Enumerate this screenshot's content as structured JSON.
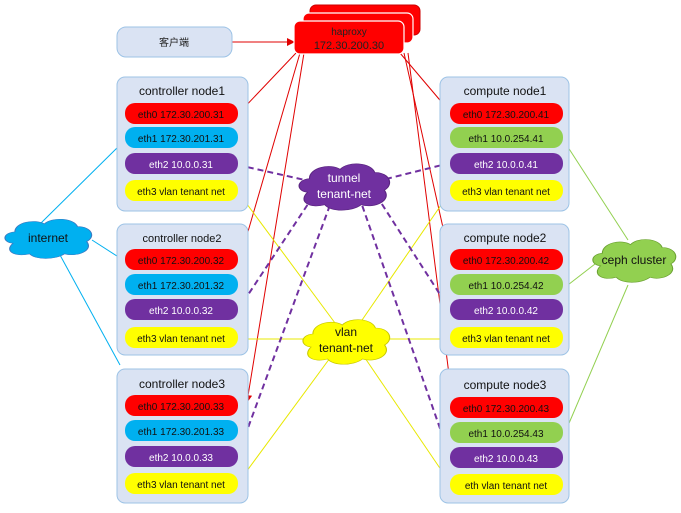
{
  "client": {
    "label": "客户端"
  },
  "haproxy": {
    "name": "haproxy",
    "ip": "172.30.200.30"
  },
  "clouds": {
    "internet": "internet",
    "tunnel": [
      "tunnel",
      "tenant-net"
    ],
    "vlan": [
      "vlan",
      "tenant-net"
    ],
    "ceph": "ceph cluster"
  },
  "controllers": [
    {
      "title": "controller node1",
      "eth": [
        "eth0 172.30.200.31",
        "eth1 172.30.201.31",
        "eth2 10.0.0.31",
        "eth3 vlan tenant net"
      ]
    },
    {
      "title": "controller node2",
      "eth": [
        "eth0 172.30.200.32",
        "eth1 172.30.201.32",
        "eth2 10.0.0.32",
        "eth3  vlan tenant net"
      ]
    },
    {
      "title": "controller node3",
      "eth": [
        "eth0 172.30.200.33",
        "eth1 172.30.201.33",
        "eth2 10.0.0.33",
        "eth3 vlan tenant net"
      ]
    }
  ],
  "computes": [
    {
      "title": "compute node1",
      "eth": [
        "eth0 172.30.200.41",
        "eth1 10.0.254.41",
        "eth2 10.0.0.41",
        "eth3 vlan tenant net"
      ]
    },
    {
      "title": "compute node2",
      "eth": [
        "eth0 172.30.200.42",
        "eth1 10.0.254.42",
        "eth2 10.0.0.42",
        "eth3 vlan tenant net"
      ]
    },
    {
      "title": "compute node3",
      "eth": [
        "eth0 172.30.200.43",
        "eth1 10.0.254.43",
        "eth2 10.0.0.43",
        "eth  vlan tenant net"
      ]
    }
  ],
  "colors": {
    "eth0": "#ff0000",
    "eth1_controller": "#00b0f0",
    "eth1_compute": "#92d050",
    "eth2": "#7030a0",
    "eth3": "#ffff00",
    "node_fill": "#dae3f3",
    "node_border": "#9dc3e6",
    "internet": "#00b0f0",
    "ceph": "#92d050"
  }
}
